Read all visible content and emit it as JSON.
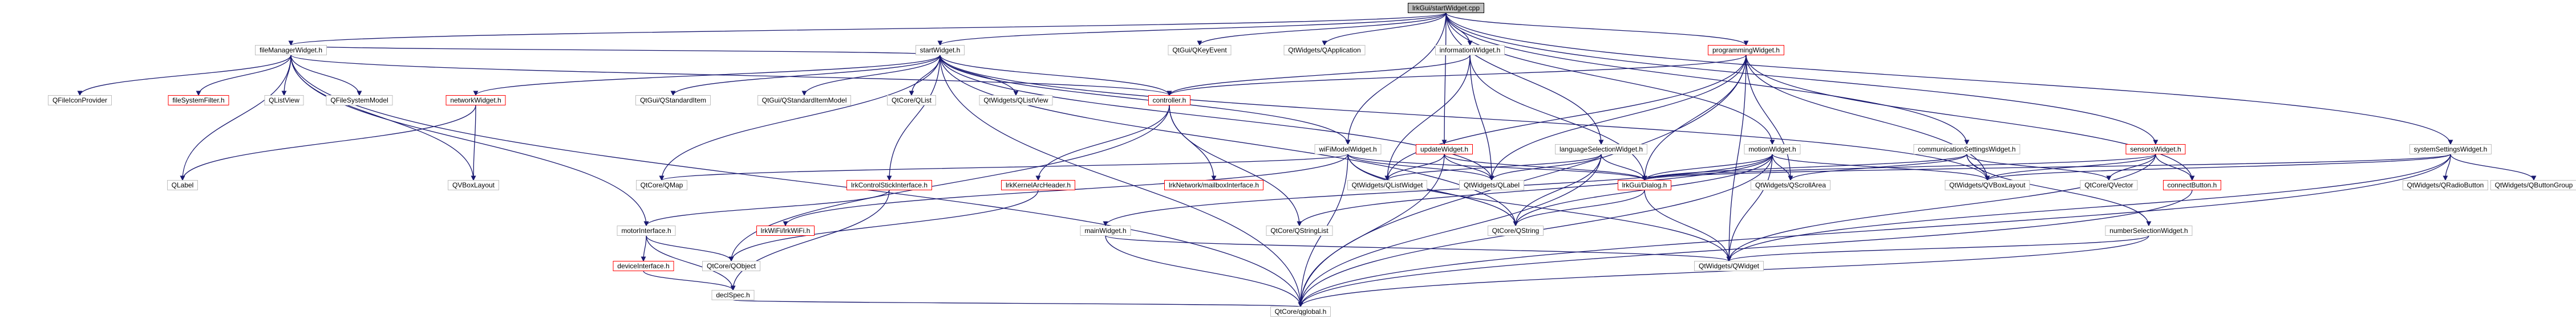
{
  "diagram": {
    "colors": {
      "edge": "#191970",
      "node_border": "#bfbfbf",
      "node_border_missing": "#ff0000",
      "root_fill": "#bfbfbf"
    },
    "nodes": [
      {
        "id": "root",
        "label": "lrkGui/startWidget.cpp",
        "kind": "root"
      },
      {
        "id": "startWidget",
        "label": "startWidget.h",
        "kind": "normal"
      },
      {
        "id": "qkeyevent",
        "label": "QtGui/QKeyEvent",
        "kind": "normal"
      },
      {
        "id": "qapplication",
        "label": "QtWidgets/QApplication",
        "kind": "normal"
      },
      {
        "id": "informationWidget",
        "label": "informationWidget.h",
        "kind": "normal"
      },
      {
        "id": "programmingWidget",
        "label": "programmingWidget.h",
        "kind": "red"
      },
      {
        "id": "fileManagerWidget",
        "label": "fileManagerWidget.h",
        "kind": "normal"
      },
      {
        "id": "qfileiconprovider",
        "label": "QFileIconProvider",
        "kind": "normal"
      },
      {
        "id": "fileSystemFilter",
        "label": "fileSystemFilter.h",
        "kind": "red"
      },
      {
        "id": "qlistview",
        "label": "QListView",
        "kind": "normal"
      },
      {
        "id": "qfilesystemmodel",
        "label": "QFileSystemModel",
        "kind": "normal"
      },
      {
        "id": "qlabel",
        "label": "QLabel",
        "kind": "normal"
      },
      {
        "id": "networkWidget",
        "label": "networkWidget.h",
        "kind": "red"
      },
      {
        "id": "qvboxlayout_plain",
        "label": "QVBoxLayout",
        "kind": "normal"
      },
      {
        "id": "qtguiqstandarditem",
        "label": "QtGui/QStandardItem",
        "kind": "normal"
      },
      {
        "id": "qtguiqstandarditemmodel",
        "label": "QtGui/QStandardItemModel",
        "kind": "normal"
      },
      {
        "id": "qtcoreqlist",
        "label": "QtCore/QList",
        "kind": "normal"
      },
      {
        "id": "qtwidgetsqlistview",
        "label": "QtWidgets/QListView",
        "kind": "normal"
      },
      {
        "id": "qtcoreqmap",
        "label": "QtCore/QMap",
        "kind": "normal"
      },
      {
        "id": "controller",
        "label": "controller.h",
        "kind": "red"
      },
      {
        "id": "wifiModelWidget",
        "label": "wiFiModelWidget.h",
        "kind": "normal"
      },
      {
        "id": "updateWidget",
        "label": "updateWidget.h",
        "kind": "red"
      },
      {
        "id": "languageSelectionWidget",
        "label": "languageSelectionWidget.h",
        "kind": "normal"
      },
      {
        "id": "motionWidget",
        "label": "motionWidget.h",
        "kind": "normal"
      },
      {
        "id": "communicationSettingsWidget",
        "label": "communicationSettingsWidget.h",
        "kind": "normal"
      },
      {
        "id": "sensorsWidget",
        "label": "sensorsWidget.h",
        "kind": "red"
      },
      {
        "id": "systemSettingsWidget",
        "label": "systemSettingsWidget.h",
        "kind": "normal"
      },
      {
        "id": "qtwidgetsqradiobutton",
        "label": "QtWidgets/QRadioButton",
        "kind": "normal"
      },
      {
        "id": "qtwidgetsqbuttongroup",
        "label": "QtWidgets/QButtonGroup",
        "kind": "normal"
      },
      {
        "id": "lrkControlStickInterface",
        "label": "lrkControlStickInterface.h",
        "kind": "red"
      },
      {
        "id": "lrkKernelArcHeader",
        "label": "lrkKernelArcHeader.h",
        "kind": "red"
      },
      {
        "id": "lrkNetworkMailboxInterface",
        "label": "lrkNetwork/mailboxInterface.h",
        "kind": "red"
      },
      {
        "id": "qtwidgetsqlistwidget",
        "label": "QtWidgets/QListWidget",
        "kind": "normal"
      },
      {
        "id": "qtwidgetsqlabel",
        "label": "QtWidgets/QLabel",
        "kind": "normal"
      },
      {
        "id": "lrkGuiDialog",
        "label": "lrkGui/Dialog.h",
        "kind": "red"
      },
      {
        "id": "qtwidgetsqscrollarea",
        "label": "QtWidgets/QScrollArea",
        "kind": "normal"
      },
      {
        "id": "qtwidgetsqvboxlayout",
        "label": "QtWidgets/QVBoxLayout",
        "kind": "normal"
      },
      {
        "id": "qtcoreqvector",
        "label": "QtCore/QVector",
        "kind": "normal"
      },
      {
        "id": "connectButton",
        "label": "connectButton.h",
        "kind": "red"
      },
      {
        "id": "motorInterface",
        "label": "motorInterface.h",
        "kind": "normal"
      },
      {
        "id": "lrkWiFiWiFi",
        "label": "lrkWiFi/lrkWiFi.h",
        "kind": "red"
      },
      {
        "id": "qtcoreqstringlist",
        "label": "QtCore/QStringList",
        "kind": "normal"
      },
      {
        "id": "qtcoreqstring",
        "label": "QtCore/QString",
        "kind": "normal"
      },
      {
        "id": "mainWidget",
        "label": "mainWidget.h",
        "kind": "normal"
      },
      {
        "id": "numberSelectionWidget",
        "label": "numberSelectionWidget.h",
        "kind": "normal"
      },
      {
        "id": "deviceInterface",
        "label": "deviceInterface.h",
        "kind": "red"
      },
      {
        "id": "qtcoreqobject",
        "label": "QtCore/QObject",
        "kind": "normal"
      },
      {
        "id": "qtwidgetsqwidget",
        "label": "QtWidgets/QWidget",
        "kind": "normal"
      },
      {
        "id": "declSpec",
        "label": "declSpec.h",
        "kind": "normal"
      },
      {
        "id": "qtcoreqglobal",
        "label": "QtCore/qglobal.h",
        "kind": "normal"
      }
    ],
    "edges": [
      [
        "root",
        "startWidget"
      ],
      [
        "root",
        "qkeyevent"
      ],
      [
        "root",
        "qapplication"
      ],
      [
        "root",
        "informationWidget"
      ],
      [
        "root",
        "programmingWidget"
      ],
      [
        "root",
        "fileManagerWidget"
      ],
      [
        "root",
        "languageSelectionWidget"
      ],
      [
        "root",
        "motionWidget"
      ],
      [
        "root",
        "communicationSettingsWidget"
      ],
      [
        "root",
        "sensorsWidget"
      ],
      [
        "root",
        "systemSettingsWidget"
      ],
      [
        "root",
        "wifiModelWidget"
      ],
      [
        "root",
        "updateWidget"
      ],
      [
        "startWidget",
        "fileManagerWidget"
      ],
      [
        "startWidget",
        "networkWidget"
      ],
      [
        "startWidget",
        "qtguiqstandarditem"
      ],
      [
        "startWidget",
        "qtguiqstandarditemmodel"
      ],
      [
        "startWidget",
        "qtcoreqlist"
      ],
      [
        "startWidget",
        "qtwidgetsqlistview"
      ],
      [
        "startWidget",
        "qtcoreqmap"
      ],
      [
        "startWidget",
        "controller"
      ],
      [
        "startWidget",
        "wifiModelWidget"
      ],
      [
        "startWidget",
        "qtwidgetsqlabel"
      ],
      [
        "startWidget",
        "qtwidgetsqvboxlayout"
      ],
      [
        "startWidget",
        "lrkControlStickInterface"
      ],
      [
        "startWidget",
        "qtcoreqglobal"
      ],
      [
        "startWidget",
        "qtcoreqstring"
      ],
      [
        "fileManagerWidget",
        "qfileiconprovider"
      ],
      [
        "fileManagerWidget",
        "fileSystemFilter"
      ],
      [
        "fileManagerWidget",
        "qlistview"
      ],
      [
        "fileManagerWidget",
        "qfilesystemmodel"
      ],
      [
        "fileManagerWidget",
        "qlabel"
      ],
      [
        "fileManagerWidget",
        "qvboxlayout_plain"
      ],
      [
        "fileManagerWidget",
        "motorInterface"
      ],
      [
        "fileManagerWidget",
        "qtcoreqglobal"
      ],
      [
        "fileManagerWidget",
        "controller"
      ],
      [
        "networkWidget",
        "qlabel"
      ],
      [
        "networkWidget",
        "qvboxlayout_plain"
      ],
      [
        "informationWidget",
        "qtwidgetsqlabel"
      ],
      [
        "informationWidget",
        "controller"
      ],
      [
        "informationWidget",
        "lrkGuiDialog"
      ],
      [
        "informationWidget",
        "qtwidgetsqlistwidget"
      ],
      [
        "programmingWidget",
        "controller"
      ],
      [
        "programmingWidget",
        "lrkGuiDialog"
      ],
      [
        "programmingWidget",
        "qtwidgetsqlabel"
      ],
      [
        "programmingWidget",
        "qtwidgetsqvboxlayout"
      ],
      [
        "programmingWidget",
        "qtwidgetsqscrollarea"
      ],
      [
        "programmingWidget",
        "connectButton"
      ],
      [
        "programmingWidget",
        "qtwidgetsqwidget"
      ],
      [
        "programmingWidget",
        "qtcoreqglobal"
      ],
      [
        "programmingWidget",
        "qtwidgetsqlistwidget"
      ],
      [
        "controller",
        "lrkKernelArcHeader"
      ],
      [
        "controller",
        "lrkNetworkMailboxInterface"
      ],
      [
        "controller",
        "qtcoreqobject"
      ],
      [
        "controller",
        "qtcoreqstringlist"
      ],
      [
        "wifiModelWidget",
        "lrkWiFiWiFi"
      ],
      [
        "wifiModelWidget",
        "qtcoreqstring"
      ],
      [
        "wifiModelWidget",
        "qtwidgetsqlabel"
      ],
      [
        "wifiModelWidget",
        "qtcoreqmap"
      ],
      [
        "wifiModelWidget",
        "qtwidgetsqwidget"
      ],
      [
        "wifiModelWidget",
        "qtcoreqglobal"
      ],
      [
        "wifiModelWidget",
        "lrkGuiDialog"
      ],
      [
        "updateWidget",
        "qtwidgetsqlistwidget"
      ],
      [
        "updateWidget",
        "qtwidgetsqlabel"
      ],
      [
        "updateWidget",
        "lrkGuiDialog"
      ],
      [
        "updateWidget",
        "qtcoreqglobal"
      ],
      [
        "languageSelectionWidget",
        "qtwidgetsqlistwidget"
      ],
      [
        "languageSelectionWidget",
        "qtwidgetsqlabel"
      ],
      [
        "languageSelectionWidget",
        "lrkGuiDialog"
      ],
      [
        "languageSelectionWidget",
        "qtcoreqglobal"
      ],
      [
        "languageSelectionWidget",
        "qtcoreqstring"
      ],
      [
        "motionWidget",
        "lrkGuiDialog"
      ],
      [
        "motionWidget",
        "qtwidgetsqscrollarea"
      ],
      [
        "motionWidget",
        "qtwidgetsqvboxlayout"
      ],
      [
        "motionWidget",
        "qtcoreqstringlist"
      ],
      [
        "motionWidget",
        "qtcoreqstring"
      ],
      [
        "motionWidget",
        "qtwidgetsqwidget"
      ],
      [
        "motionWidget",
        "qtcoreqglobal"
      ],
      [
        "motionWidget",
        "mainWidget"
      ],
      [
        "communicationSettingsWidget",
        "lrkGuiDialog"
      ],
      [
        "communicationSettingsWidget",
        "qtwidgetsqvboxlayout"
      ],
      [
        "communicationSettingsWidget",
        "qtcoreqvector"
      ],
      [
        "communicationSettingsWidget",
        "numberSelectionWidget"
      ],
      [
        "communicationSettingsWidget",
        "qtwidgetsqscrollarea"
      ],
      [
        "sensorsWidget",
        "lrkGuiDialog"
      ],
      [
        "sensorsWidget",
        "qtwidgetsqvboxlayout"
      ],
      [
        "sensorsWidget",
        "qtcoreqvector"
      ],
      [
        "sensorsWidget",
        "connectButton"
      ],
      [
        "sensorsWidget",
        "qtwidgetsqwidget"
      ],
      [
        "systemSettingsWidget",
        "qtwidgetsqradiobutton"
      ],
      [
        "systemSettingsWidget",
        "qtwidgetsqbuttongroup"
      ],
      [
        "systemSettingsWidget",
        "lrkGuiDialog"
      ],
      [
        "systemSettingsWidget",
        "qtwidgetsqvboxlayout"
      ],
      [
        "systemSettingsWidget",
        "qtwidgetsqwidget"
      ],
      [
        "systemSettingsWidget",
        "qtcoreqglobal"
      ],
      [
        "lrkControlStickInterface",
        "motorInterface"
      ],
      [
        "lrkControlStickInterface",
        "declSpec"
      ],
      [
        "lrkKernelArcHeader",
        "qtcoreqobject"
      ],
      [
        "lrkGuiDialog",
        "qtcoreqstring"
      ],
      [
        "lrkGuiDialog",
        "qtwidgetsqwidget"
      ],
      [
        "motorInterface",
        "deviceInterface"
      ],
      [
        "motorInterface",
        "qtcoreqobject"
      ],
      [
        "motorInterface",
        "declSpec"
      ],
      [
        "deviceInterface",
        "declSpec"
      ],
      [
        "mainWidget",
        "qtwidgetsqwidget"
      ],
      [
        "mainWidget",
        "qtcoreqglobal"
      ],
      [
        "numberSelectionWidget",
        "qtwidgetsqwidget"
      ],
      [
        "numberSelectionWidget",
        "qtcoreqglobal"
      ],
      [
        "connectButton",
        "qtcoreqglobal"
      ],
      [
        "declSpec",
        "qtcoreqglobal"
      ]
    ]
  }
}
